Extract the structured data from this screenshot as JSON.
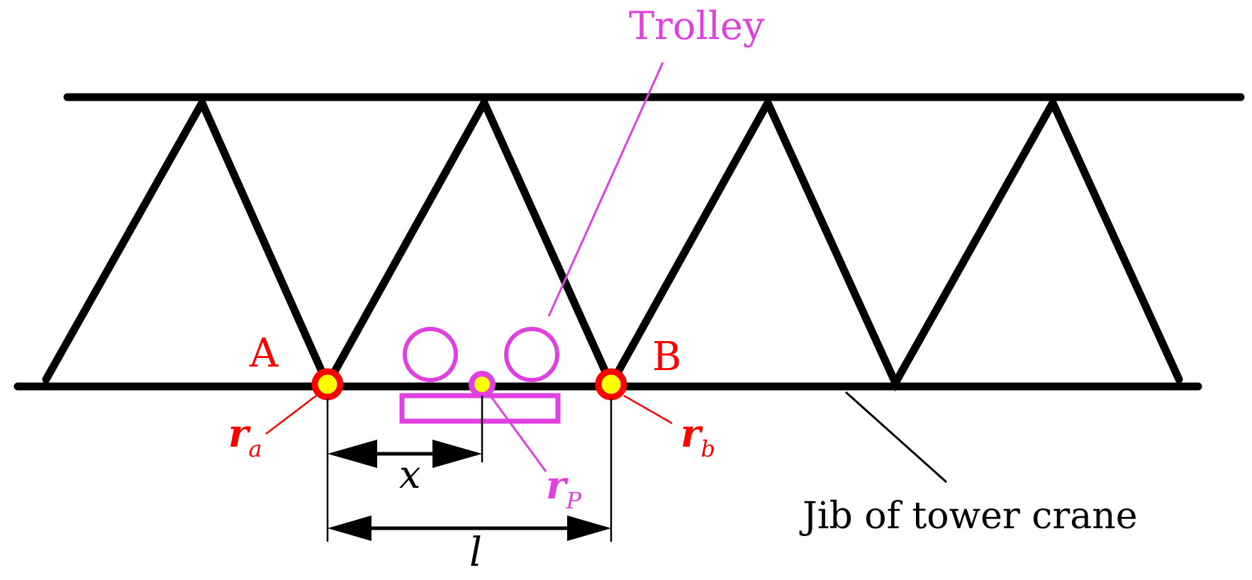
{
  "labels": {
    "trolley": "Trolley",
    "node_a": "A",
    "node_b": "B",
    "r_symbol": "r",
    "sub_a": "a",
    "sub_b": "b",
    "sub_p": "P",
    "x": "x",
    "l": "l",
    "jib": "Jib of tower crane"
  },
  "colors": {
    "truss": "#000000",
    "trolley": "#e040e0",
    "node_ring": "#ff0000",
    "node_fill": "#ffff00",
    "label_red": "#ff0000",
    "label_magenta": "#e040e0"
  }
}
